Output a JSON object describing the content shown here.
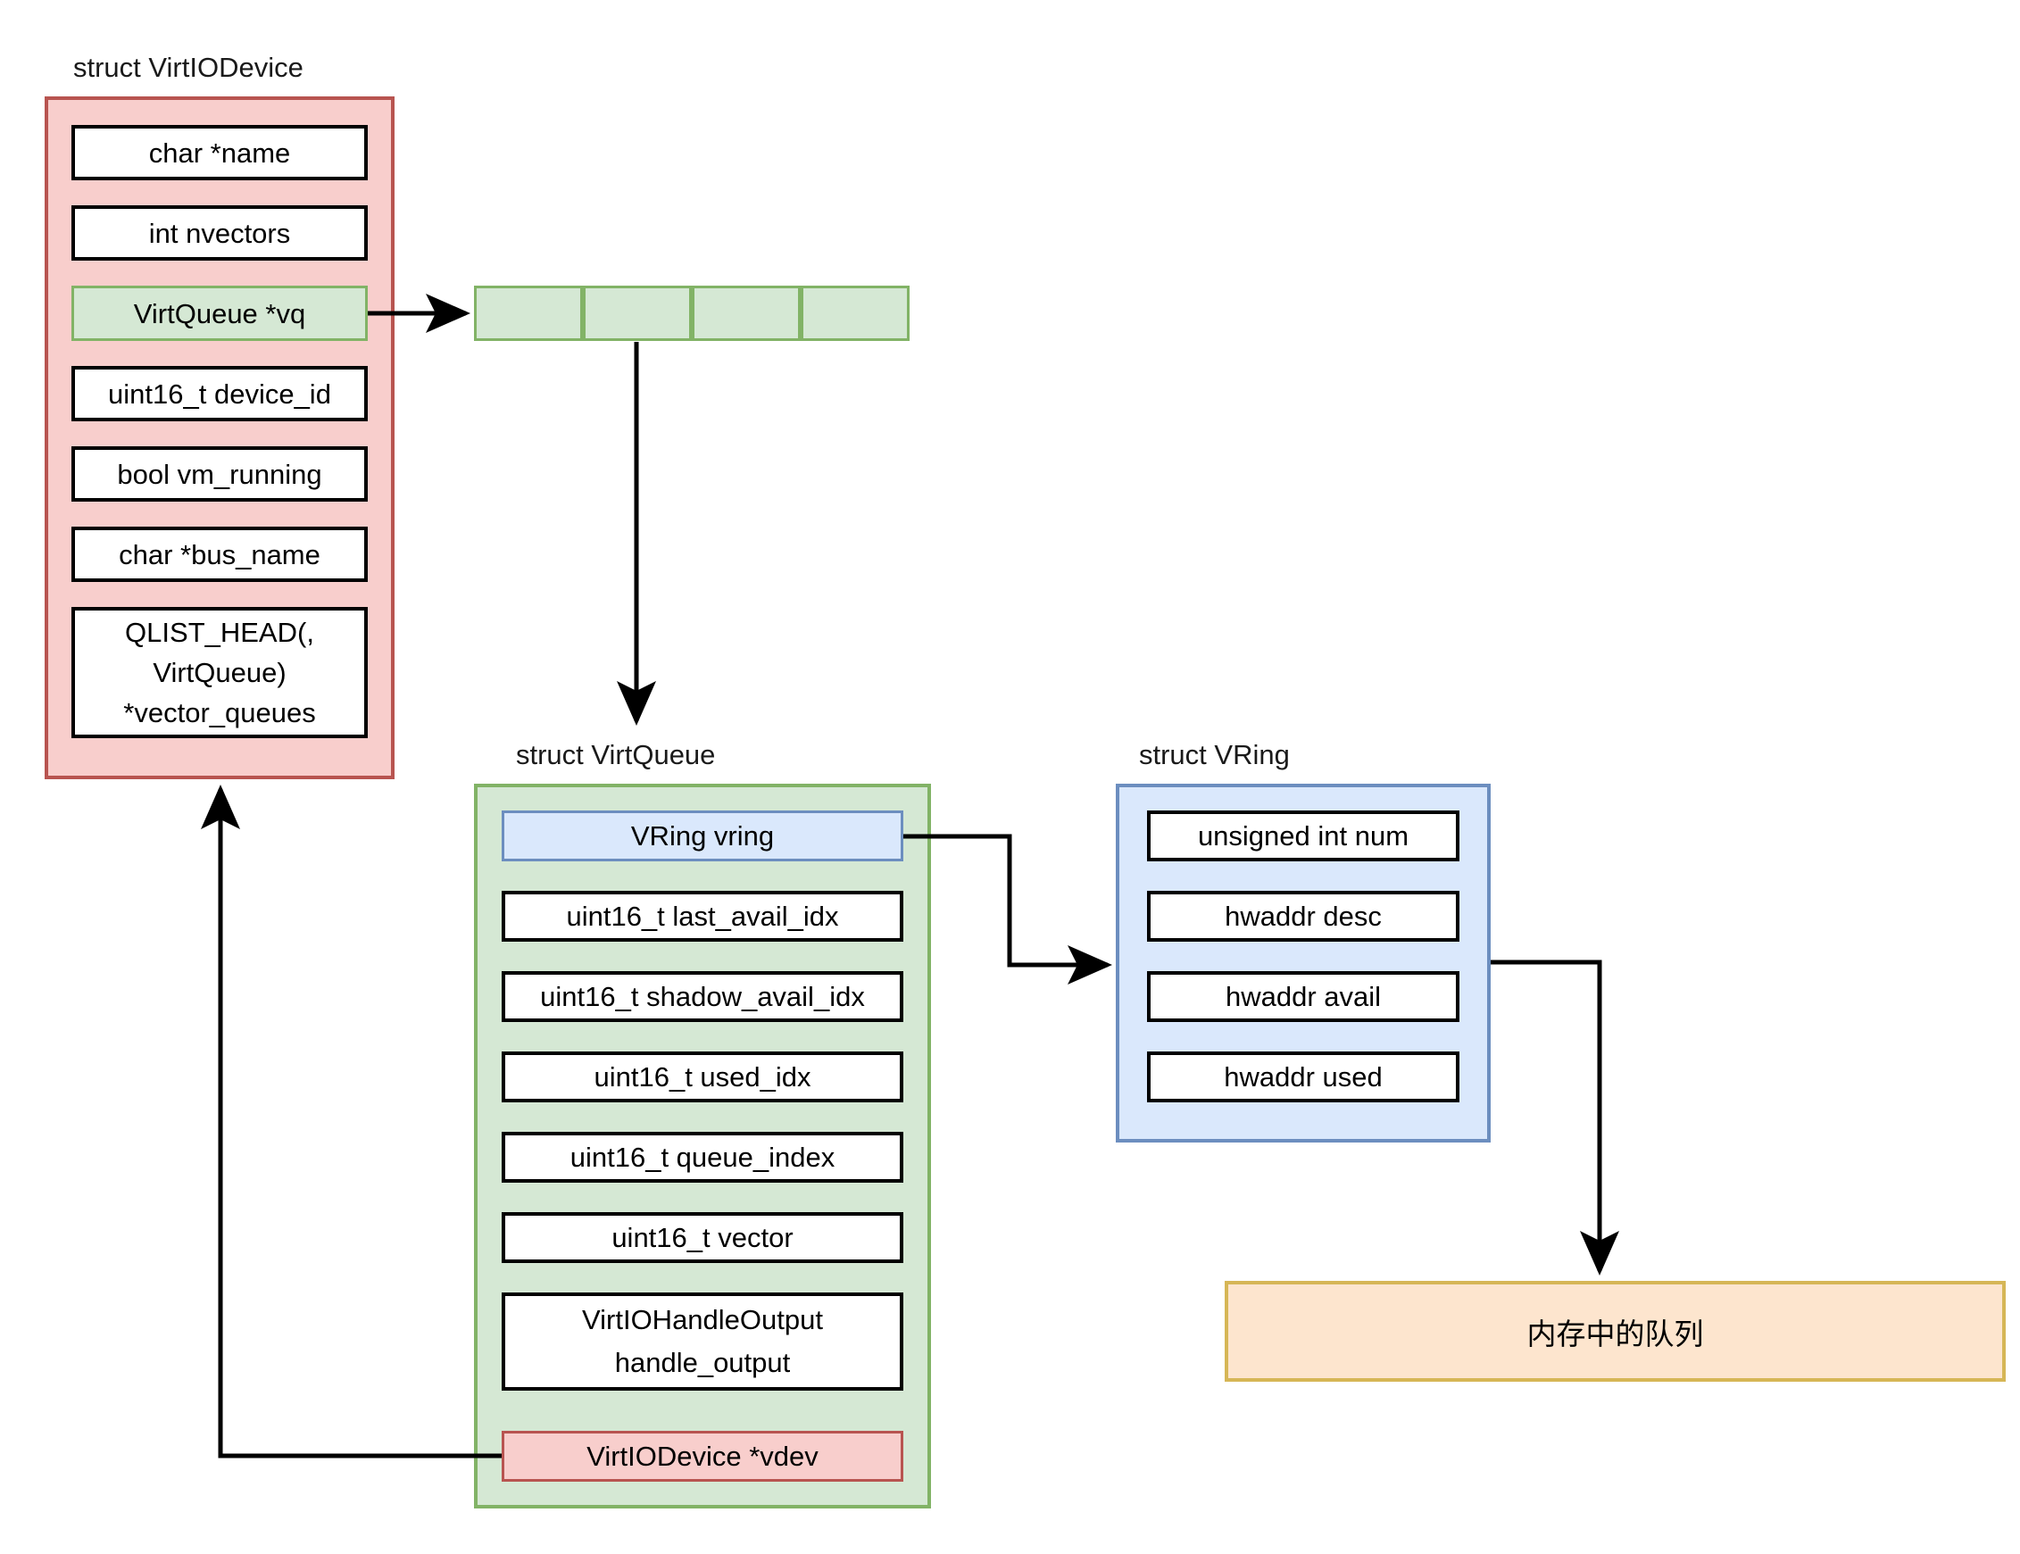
{
  "diagram": {
    "title_virtio_device": "struct VirtIODevice",
    "title_virtqueue": "struct VirtQueue",
    "title_vring": "struct VRing",
    "memory_queue_label": "内存中的队列",
    "colors": {
      "pink_fill": "#f8cecc",
      "pink_stroke": "#b85450",
      "green_fill": "#d5e8d4",
      "green_stroke": "#82b366",
      "blue_fill": "#dae8fc",
      "blue_stroke": "#6c8ebf",
      "orange_fill": "#fde5ce",
      "orange_stroke": "#d6b656",
      "field_fill": "#ffffff",
      "field_stroke": "#000000",
      "arrow_stroke": "#000000"
    },
    "virtio_device_fields": [
      "char *name",
      "int nvectors",
      "VirtQueue *vq",
      "uint16_t device_id",
      "bool vm_running",
      "char *bus_name",
      "QLIST_HEAD(,\nVirtQueue)\n*vector_queues"
    ],
    "vq_array_cells": [
      "",
      "",
      "",
      ""
    ],
    "virtqueue_fields": [
      "VRing vring",
      "uint16_t last_avail_idx",
      "uint16_t shadow_avail_idx",
      "uint16_t used_idx",
      "uint16_t queue_index",
      "uint16_t vector",
      "VirtIOHandleOutput\nhandle_output",
      "VirtIODevice *vdev"
    ],
    "vring_fields": [
      "unsigned int num",
      "hwaddr desc",
      "hwaddr avail",
      "hwaddr used"
    ]
  }
}
